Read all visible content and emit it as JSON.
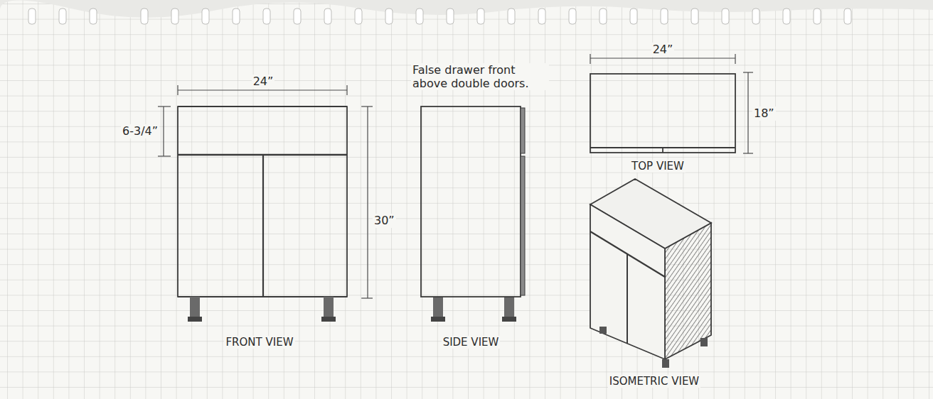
{
  "diagram": {
    "labels": [
      "24”",
      "6-3/4”",
      "30”",
      "False drawer front above double doors.",
      "24”",
      "18”",
      "TOP VIEW",
      "FRONT VIEW",
      "SIDE VIEW",
      "ISOMETRIC VIEW"
    ]
  }
}
